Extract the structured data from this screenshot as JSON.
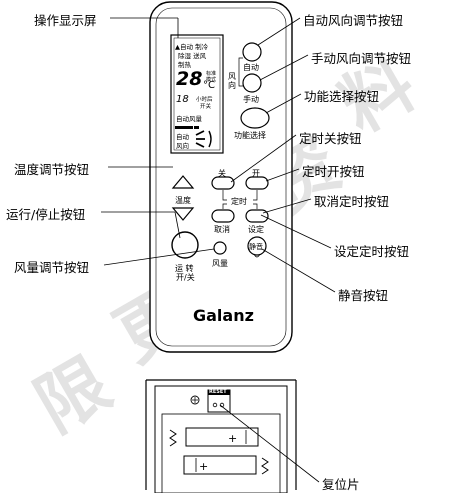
{
  "watermark": {
    "chars": [
      "限",
      "更",
      "多",
      "资",
      "料"
    ]
  },
  "labels": {
    "display_screen": "操作显示屏",
    "auto_swing_button": "自动风向调节按钮",
    "manual_swing_button": "手动风向调节按钮",
    "function_select_button": "功能选择按钮",
    "timer_off_button": "定时关按钮",
    "timer_on_button": "定时开按钮",
    "cancel_timer_button": "取消定时按钮",
    "set_timer_button": "设定定时按钮",
    "mute_button": "静音按钮",
    "temperature_button": "温度调节按钮",
    "run_stop_button": "运行/停止按钮",
    "fan_speed_button": "风量调节按钮",
    "reset_pin": "复位片"
  },
  "remote": {
    "brand": "Galanz",
    "lcd": {
      "mode_line1": "▲自动 制冷",
      "mode_line2": "除湿 送风",
      "mode_line3": "制热",
      "temp_digits": "28",
      "temp_unit": "°C",
      "side1": "标准",
      "side2": "模式",
      "timer_digits": "18",
      "timer_unit": "小时后",
      "timer_state": "开关",
      "fan_auto": "自动风量",
      "dir_label1": "自动",
      "dir_label2": "风向"
    },
    "swing_auto": "自动",
    "swing_wind": "风向",
    "swing_manual": "手动",
    "function_select": "功能选择",
    "timer_off": "关",
    "timer_on": "开",
    "timer_center": "定时",
    "cancel": "取消",
    "set": "设定",
    "temperature": "温度",
    "fan": "风量",
    "mute": "静音",
    "run_stop1": "运  转",
    "run_stop2": "开/关",
    "reset": "RESET"
  }
}
